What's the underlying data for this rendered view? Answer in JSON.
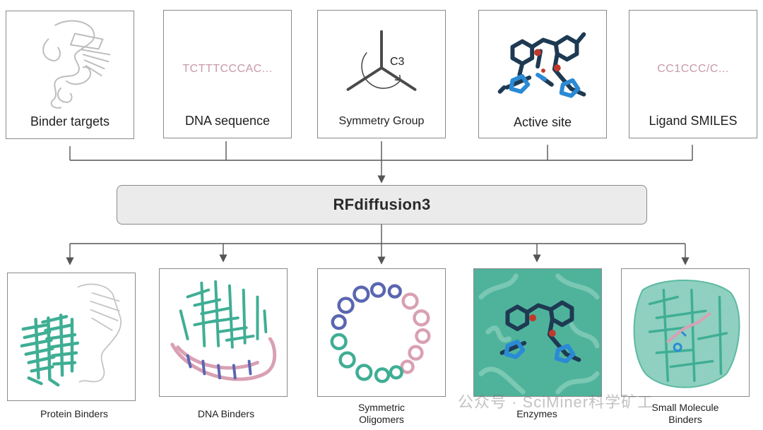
{
  "inputs": {
    "binder_targets": "Binder targets",
    "dna_sequence_value": "TCTTTCCCAC...",
    "dna_sequence": "DNA sequence",
    "symmetry_c3": "C3",
    "symmetry_group": "Symmetry Group",
    "active_site": "Active site",
    "ligand_smiles_value": "CC1CCC/C...",
    "ligand_smiles": "Ligand SMILES"
  },
  "center": {
    "title": "RFdiffusion3"
  },
  "outputs": {
    "protein_binders": "Protein Binders",
    "dna_binders": "DNA Binders",
    "symmetric_oligomers": "Symmetric\nOligomers",
    "enzymes": "Enzymes",
    "small_molecule_binders": "Small Molecule\nBinders"
  },
  "watermark": "公众号 · SciMiner科学矿工",
  "colors": {
    "teal": "#3fae94",
    "navy": "#1e3a52",
    "blue": "#2a8ad6",
    "red": "#c0392b",
    "pink": "#d9a0b4",
    "purple": "#5a66b0",
    "line": "#555555"
  }
}
